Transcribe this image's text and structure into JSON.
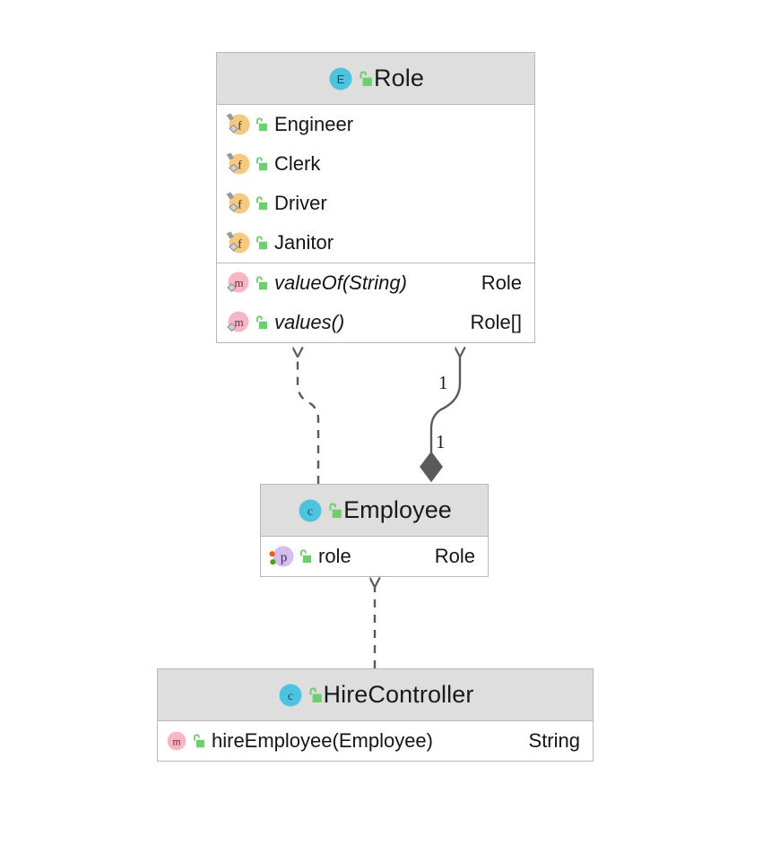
{
  "diagram": {
    "kind": "uml-class-diagram",
    "background_color": "#ffffff",
    "classes": [
      {
        "id": "role",
        "name": "Role",
        "stereotype_icon": "enum-icon",
        "stereotype_letter": "E",
        "visibility_icon": "public-unlock-icon",
        "header_color": "#dedede",
        "border_color": "#b8b8b8",
        "compartments": [
          {
            "id": "role-constants",
            "rows": [
              {
                "kind_icon": "static-final-field-icon",
                "kind_letter": "f",
                "visibility_icon": "public-unlock-icon",
                "label": "Engineer",
                "type": "",
                "italic": false
              },
              {
                "kind_icon": "static-final-field-icon",
                "kind_letter": "f",
                "visibility_icon": "public-unlock-icon",
                "label": "Clerk",
                "type": "",
                "italic": false
              },
              {
                "kind_icon": "static-final-field-icon",
                "kind_letter": "f",
                "visibility_icon": "public-unlock-icon",
                "label": "Driver",
                "type": "",
                "italic": false
              },
              {
                "kind_icon": "static-final-field-icon",
                "kind_letter": "f",
                "visibility_icon": "public-unlock-icon",
                "label": "Janitor",
                "type": "",
                "italic": false
              }
            ]
          },
          {
            "id": "role-methods",
            "rows": [
              {
                "kind_icon": "static-method-icon",
                "kind_letter": "m",
                "visibility_icon": "public-unlock-icon",
                "label": "valueOf(String)",
                "type": "Role",
                "italic": true
              },
              {
                "kind_icon": "static-method-icon",
                "kind_letter": "m",
                "visibility_icon": "public-unlock-icon",
                "label": "values()",
                "type": "Role[]",
                "italic": true
              }
            ]
          }
        ]
      },
      {
        "id": "employee",
        "name": "Employee",
        "stereotype_icon": "class-icon",
        "stereotype_letter": "c",
        "visibility_icon": "public-unlock-icon",
        "header_color": "#dedede",
        "border_color": "#b8b8b8",
        "compartments": [
          {
            "id": "employee-properties",
            "rows": [
              {
                "kind_icon": "property-icon",
                "kind_letter": "p",
                "visibility_icon": "public-unlock-icon",
                "label": "role",
                "type": "Role",
                "italic": false
              }
            ]
          }
        ]
      },
      {
        "id": "hirecontroller",
        "name": "HireController",
        "stereotype_icon": "class-icon",
        "stereotype_letter": "c",
        "visibility_icon": "public-unlock-icon",
        "header_color": "#dedede",
        "border_color": "#b8b8b8",
        "compartments": [
          {
            "id": "hirecontroller-methods",
            "rows": [
              {
                "kind_icon": "method-icon",
                "kind_letter": "m",
                "visibility_icon": "public-unlock-icon",
                "label": "hireEmployee(Employee)",
                "type": "String",
                "italic": false
              }
            ]
          }
        ]
      }
    ],
    "connectors": [
      {
        "id": "employee-depends-on-role",
        "type": "dependency",
        "line_style": "dashed",
        "arrowhead": "open",
        "from": "employee",
        "to": "role",
        "source_label": "",
        "target_label": ""
      },
      {
        "id": "employee-composes-role",
        "type": "composition",
        "line_style": "solid",
        "arrowhead": "open",
        "diamond": "filled",
        "from": "employee",
        "to": "role",
        "source_label": "1",
        "target_label": "1"
      },
      {
        "id": "hirecontroller-depends-on-employee",
        "type": "dependency",
        "line_style": "dashed",
        "arrowhead": "open",
        "from": "hirecontroller",
        "to": "employee",
        "source_label": "",
        "target_label": ""
      }
    ],
    "edge_labels": [
      {
        "id": "multiplicity-target",
        "text": "1"
      },
      {
        "id": "multiplicity-source",
        "text": "1"
      }
    ],
    "colors": {
      "enum_icon": "#4ec3e0",
      "class_icon": "#4ec3e0",
      "field_icon": "#f5c97f",
      "method_icon": "#f7b6c6",
      "property_icon": "#d6bdf0",
      "unlock_green": "#6fcf6f",
      "modifier_gray": "#9a9a9a",
      "connector_gray": "#5a5a5a",
      "header_gray": "#dedede",
      "border_gray": "#b8b8b8"
    }
  }
}
